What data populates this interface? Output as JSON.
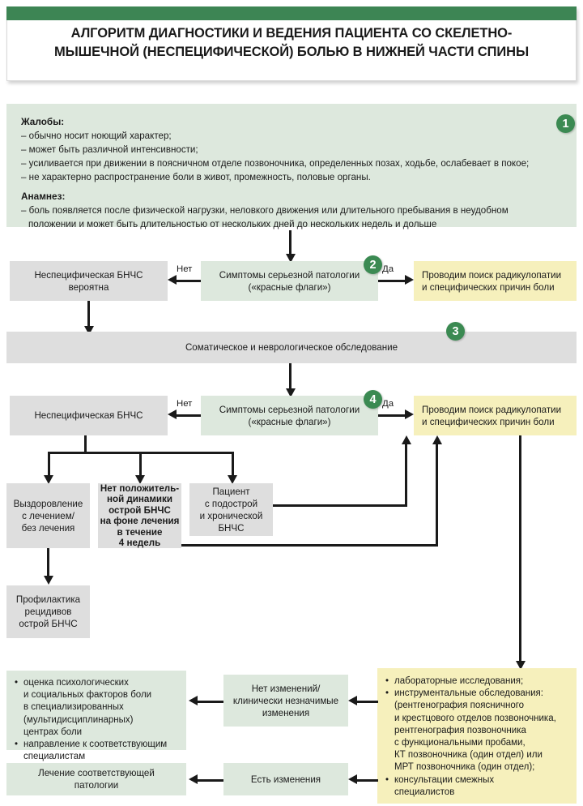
{
  "header": {
    "title_line1": "АЛГОРИТМ ДИАГНОСТИКИ И ВЕДЕНИЯ ПАЦИЕНТА СО СКЕЛЕТНО-",
    "title_line2": "МЫШЕЧНОЙ (НЕСПЕЦИФИЧЕСКОЙ) БОЛЬЮ В НИЖНЕЙ ЧАСТИ СПИНЫ",
    "accent_color": "#3d8554"
  },
  "badges": {
    "one": "1",
    "two": "2",
    "three": "3",
    "four": "4",
    "color": "#3b8a52"
  },
  "complaints": {
    "heading": "Жалобы:",
    "items": [
      "– обычно носит ноющий характер;",
      "– может быть различной интенсивности;",
      "– усиливается при движении в поясничном отделе позвоночника, определенных позах, ходьбе, ослабевает в покое;",
      "– не характерно распространение боли в живот, промежность, половые органы."
    ],
    "history_heading": "Анамнез:",
    "history_line1": "– боль появляется после физической нагрузки, неловкого движения или длительного пребывания в неудобном",
    "history_line2": "положении и может быть длительностью от нескольких дней до нескольких недель и дольше"
  },
  "decision_1": {
    "line1": "Симптомы серьезной патологии",
    "line2": "(«красные флаги»)",
    "label_no": "Нет",
    "label_yes": "Да"
  },
  "decision_2": {
    "line1": "Симптомы серьезной патологии",
    "line2": "(«красные флаги»)",
    "label_no": "Нет",
    "label_yes": "Да"
  },
  "outcome_probable": {
    "line1": "Неспецифическая БНЧС",
    "line2": "вероятна"
  },
  "outcome_nonspecific": {
    "line1": "Неспецифическая БНЧС"
  },
  "radiculopathy_top": {
    "line1": "Проводим поиск радикулопатии",
    "line2": "и специфических причин боли"
  },
  "radiculopathy_mid": {
    "line1": "Проводим поиск радикулопатии",
    "line2": "и специфических причин боли"
  },
  "examination": {
    "text": "Соматическое и неврологическое обследование"
  },
  "branch_recovery": {
    "line1": "Выздоровление",
    "line2": "с лечением/",
    "line3": "без лечения"
  },
  "branch_no_dynamics": {
    "line1": "Нет положитель-",
    "line2": "ной динамики",
    "line3": "острой БНЧС",
    "line4": "на фоне лечения",
    "line5": "в течение",
    "line6": "4 недель"
  },
  "branch_chronic": {
    "line1": "Пациент",
    "line2": "с подострой",
    "line3": "и хронической",
    "line4": "БНЧС"
  },
  "prophylaxis": {
    "line1": "Профилактика",
    "line2": "рецидивов",
    "line3": "острой БНЧС"
  },
  "investigations": {
    "bullets": [
      {
        "lines": [
          "лабораторные исследования;"
        ]
      },
      {
        "lines": [
          "инструментальные обследования:",
          "(рентгенография поясничного",
          "и крестцового отделов позвоночника,",
          "рентгенография позвоночника",
          "с функциональными пробами,",
          "КТ позвоночника (один отдел) или",
          "МРТ позвоночника (один отдел);"
        ]
      },
      {
        "lines": [
          "консультации смежных",
          "специалистов"
        ]
      }
    ]
  },
  "psych_factors": {
    "bullets": [
      {
        "lines": [
          "оценка психологических",
          "и социальных факторов боли",
          "в специализированных",
          "(мультидисциплинарных)",
          "центрах боли"
        ]
      },
      {
        "lines": [
          "направление к соответствующим",
          "специалистам"
        ]
      }
    ]
  },
  "no_changes": {
    "line1": "Нет изменений/",
    "line2": "клинически незначимые",
    "line3": "изменения"
  },
  "has_changes": {
    "line1": "Есть изменения"
  },
  "treatment": {
    "line1": "Лечение соответствующей",
    "line2": "патологии"
  },
  "colors": {
    "green_fill": "#dde8dd",
    "gray_fill": "#dedede",
    "yellow_fill": "#f6f0bc",
    "line": "#1a1a1a"
  }
}
